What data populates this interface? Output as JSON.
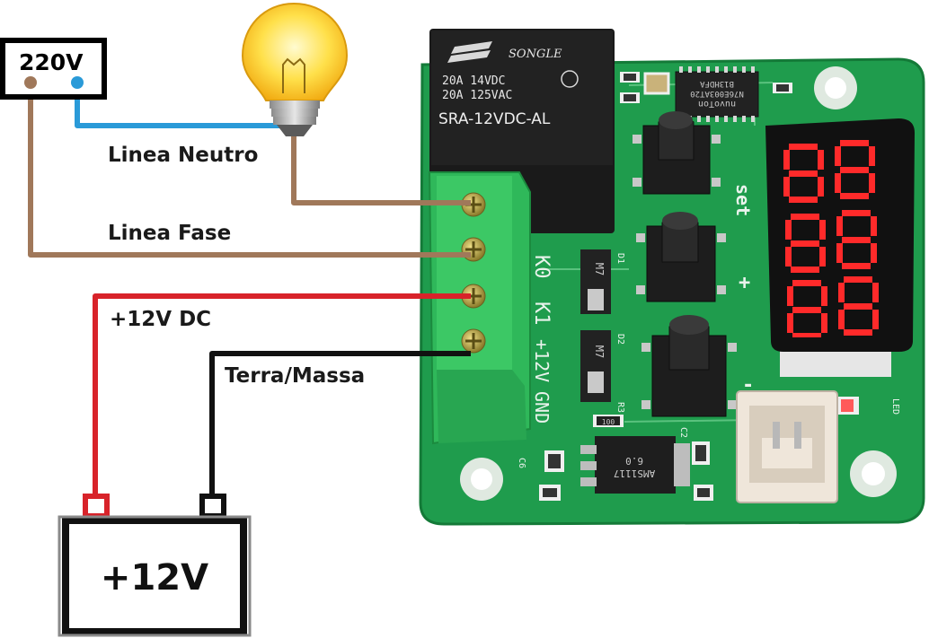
{
  "labels": {
    "ac_source": "220V",
    "neutral_line": "Linea Neutro",
    "phase_line": "Linea Fase",
    "dc_positive": "+12V DC",
    "ground": "Terra/Massa",
    "battery": "+12V"
  },
  "relay": {
    "brand": "SONGLE",
    "rating_dc": "20A  14VDC",
    "rating_ac": "20A  125VAC",
    "model": "SRA-12VDC-AL"
  },
  "board": {
    "chip_line1": "nuvoTon",
    "chip_line2": "N76E003AT20",
    "chip_line3": "B13HDFA",
    "set_label": "set",
    "plus_label": "+",
    "minus_label": "-",
    "terminal_k0": "K0",
    "terminal_k1": "K1",
    "terminal_12v": "+12V",
    "terminal_gnd": "GND",
    "diode_1": "M7",
    "diode_2": "M7",
    "d1_label": "D1",
    "d2_label": "D2",
    "r3_label": "R3",
    "c2_label": "C2",
    "c6_label": "C6",
    "led_label": "LED",
    "regulator_line1": "AMS1117",
    "regulator_line2": "6.0",
    "resistor_code": "100"
  },
  "colors": {
    "phase_wire": "#a0785a",
    "neutral_wire": "#2a9ad8",
    "dc_positive_wire": "#d8232a",
    "ground_wire": "#111111",
    "pcb": "#1f9c4d",
    "terminal_block": "#2fb85a",
    "relay_body": "#1a1a1a",
    "digit": "#ff2a2a"
  }
}
